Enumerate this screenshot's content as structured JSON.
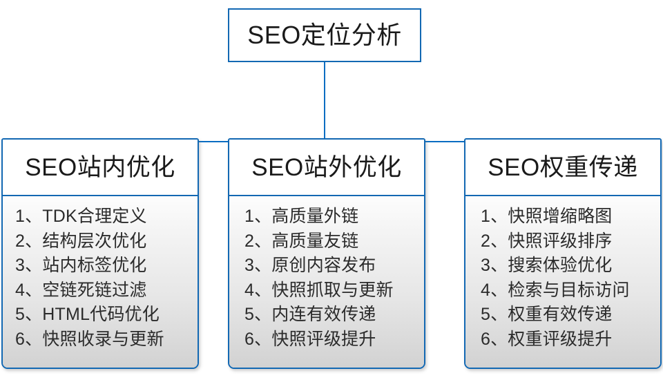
{
  "diagram": {
    "title": "SEO定位分析",
    "accent_color": "#1268b3",
    "connector_color": "#0a6dc2",
    "branches": [
      {
        "title": "SEO站内优化",
        "items": [
          "1、TDK合理定义",
          "2、结构层次优化",
          "3、站内标签优化",
          "4、空链死链过滤",
          "5、HTML代码优化",
          "6、快照收录与更新"
        ]
      },
      {
        "title": "SEO站外优化",
        "items": [
          "1、高质量外链",
          "2、高质量友链",
          "3、原创内容发布",
          "4、快照抓取与更新",
          "5、内连有效传递",
          "6、快照评级提升"
        ]
      },
      {
        "title": "SEO权重传递",
        "items": [
          "1、快照增缩略图",
          "2、快照评级排序",
          "3、搜索体验优化",
          "4、检索与目标访问",
          "5、权重有效传递",
          "6、权重评级提升"
        ]
      }
    ]
  }
}
